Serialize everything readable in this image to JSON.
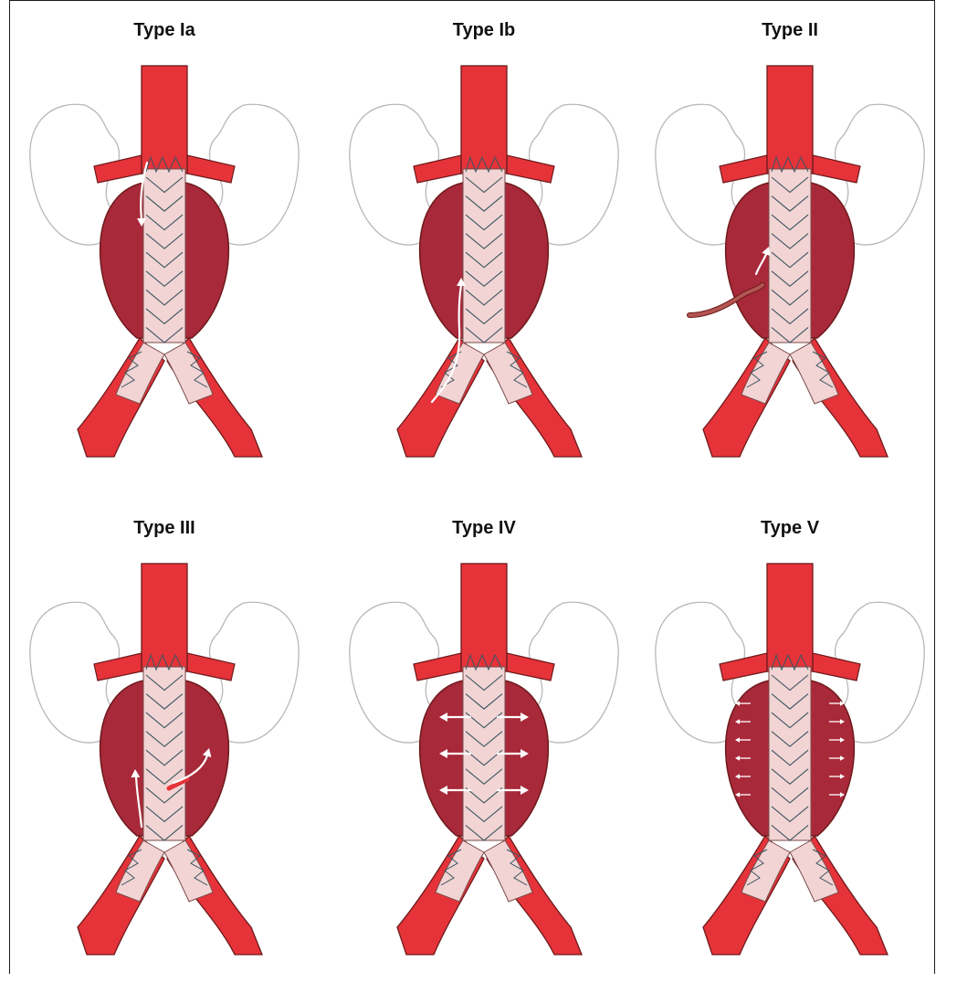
{
  "panels": [
    {
      "title": "Type Ia",
      "leak": "Ia"
    },
    {
      "title": "Type Ib",
      "leak": "Ib"
    },
    {
      "title": "Type II",
      "leak": "II"
    },
    {
      "title": "Type III",
      "leak": "III"
    },
    {
      "title": "Type IV",
      "leak": "IV"
    },
    {
      "title": "Type V",
      "leak": "V"
    }
  ],
  "colors": {
    "artery": "#e53339",
    "artery_outline": "#6e1a1c",
    "sac": "#a8293a",
    "stent_fill": "#f2d4d4",
    "stent_wire": "#3b5560",
    "kidney_outline": "#b8b8b8",
    "arrow": "#ffffff",
    "lumbar": "#b35552"
  }
}
